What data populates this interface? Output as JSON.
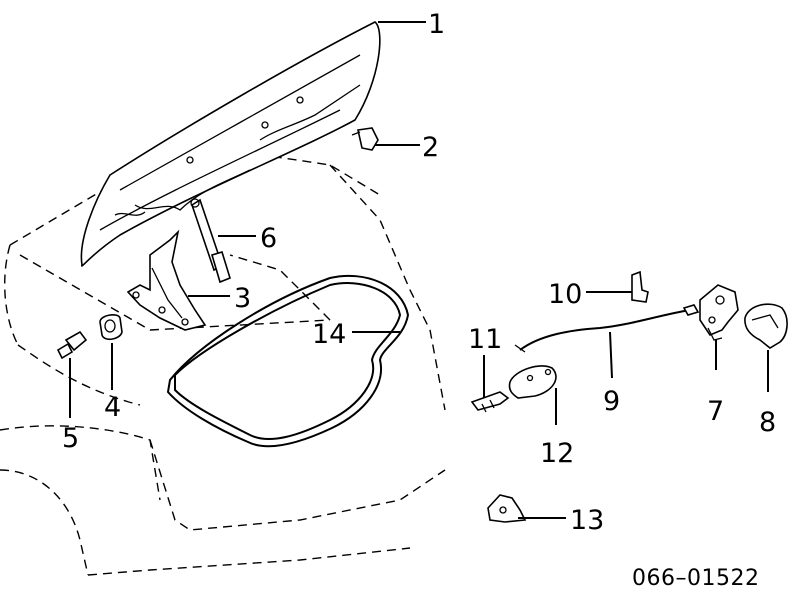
{
  "diagram": {
    "callouts": [
      {
        "id": "c1",
        "label": "1"
      },
      {
        "id": "c2",
        "label": "2"
      },
      {
        "id": "c3",
        "label": "3"
      },
      {
        "id": "c4",
        "label": "4"
      },
      {
        "id": "c5",
        "label": "5"
      },
      {
        "id": "c6",
        "label": "6"
      },
      {
        "id": "c7",
        "label": "7"
      },
      {
        "id": "c8",
        "label": "8"
      },
      {
        "id": "c9",
        "label": "9"
      },
      {
        "id": "c10",
        "label": "10"
      },
      {
        "id": "c11",
        "label": "11"
      },
      {
        "id": "c12",
        "label": "12"
      },
      {
        "id": "c13",
        "label": "13"
      },
      {
        "id": "c14",
        "label": "14"
      }
    ],
    "diagram_code": "066–01522"
  }
}
